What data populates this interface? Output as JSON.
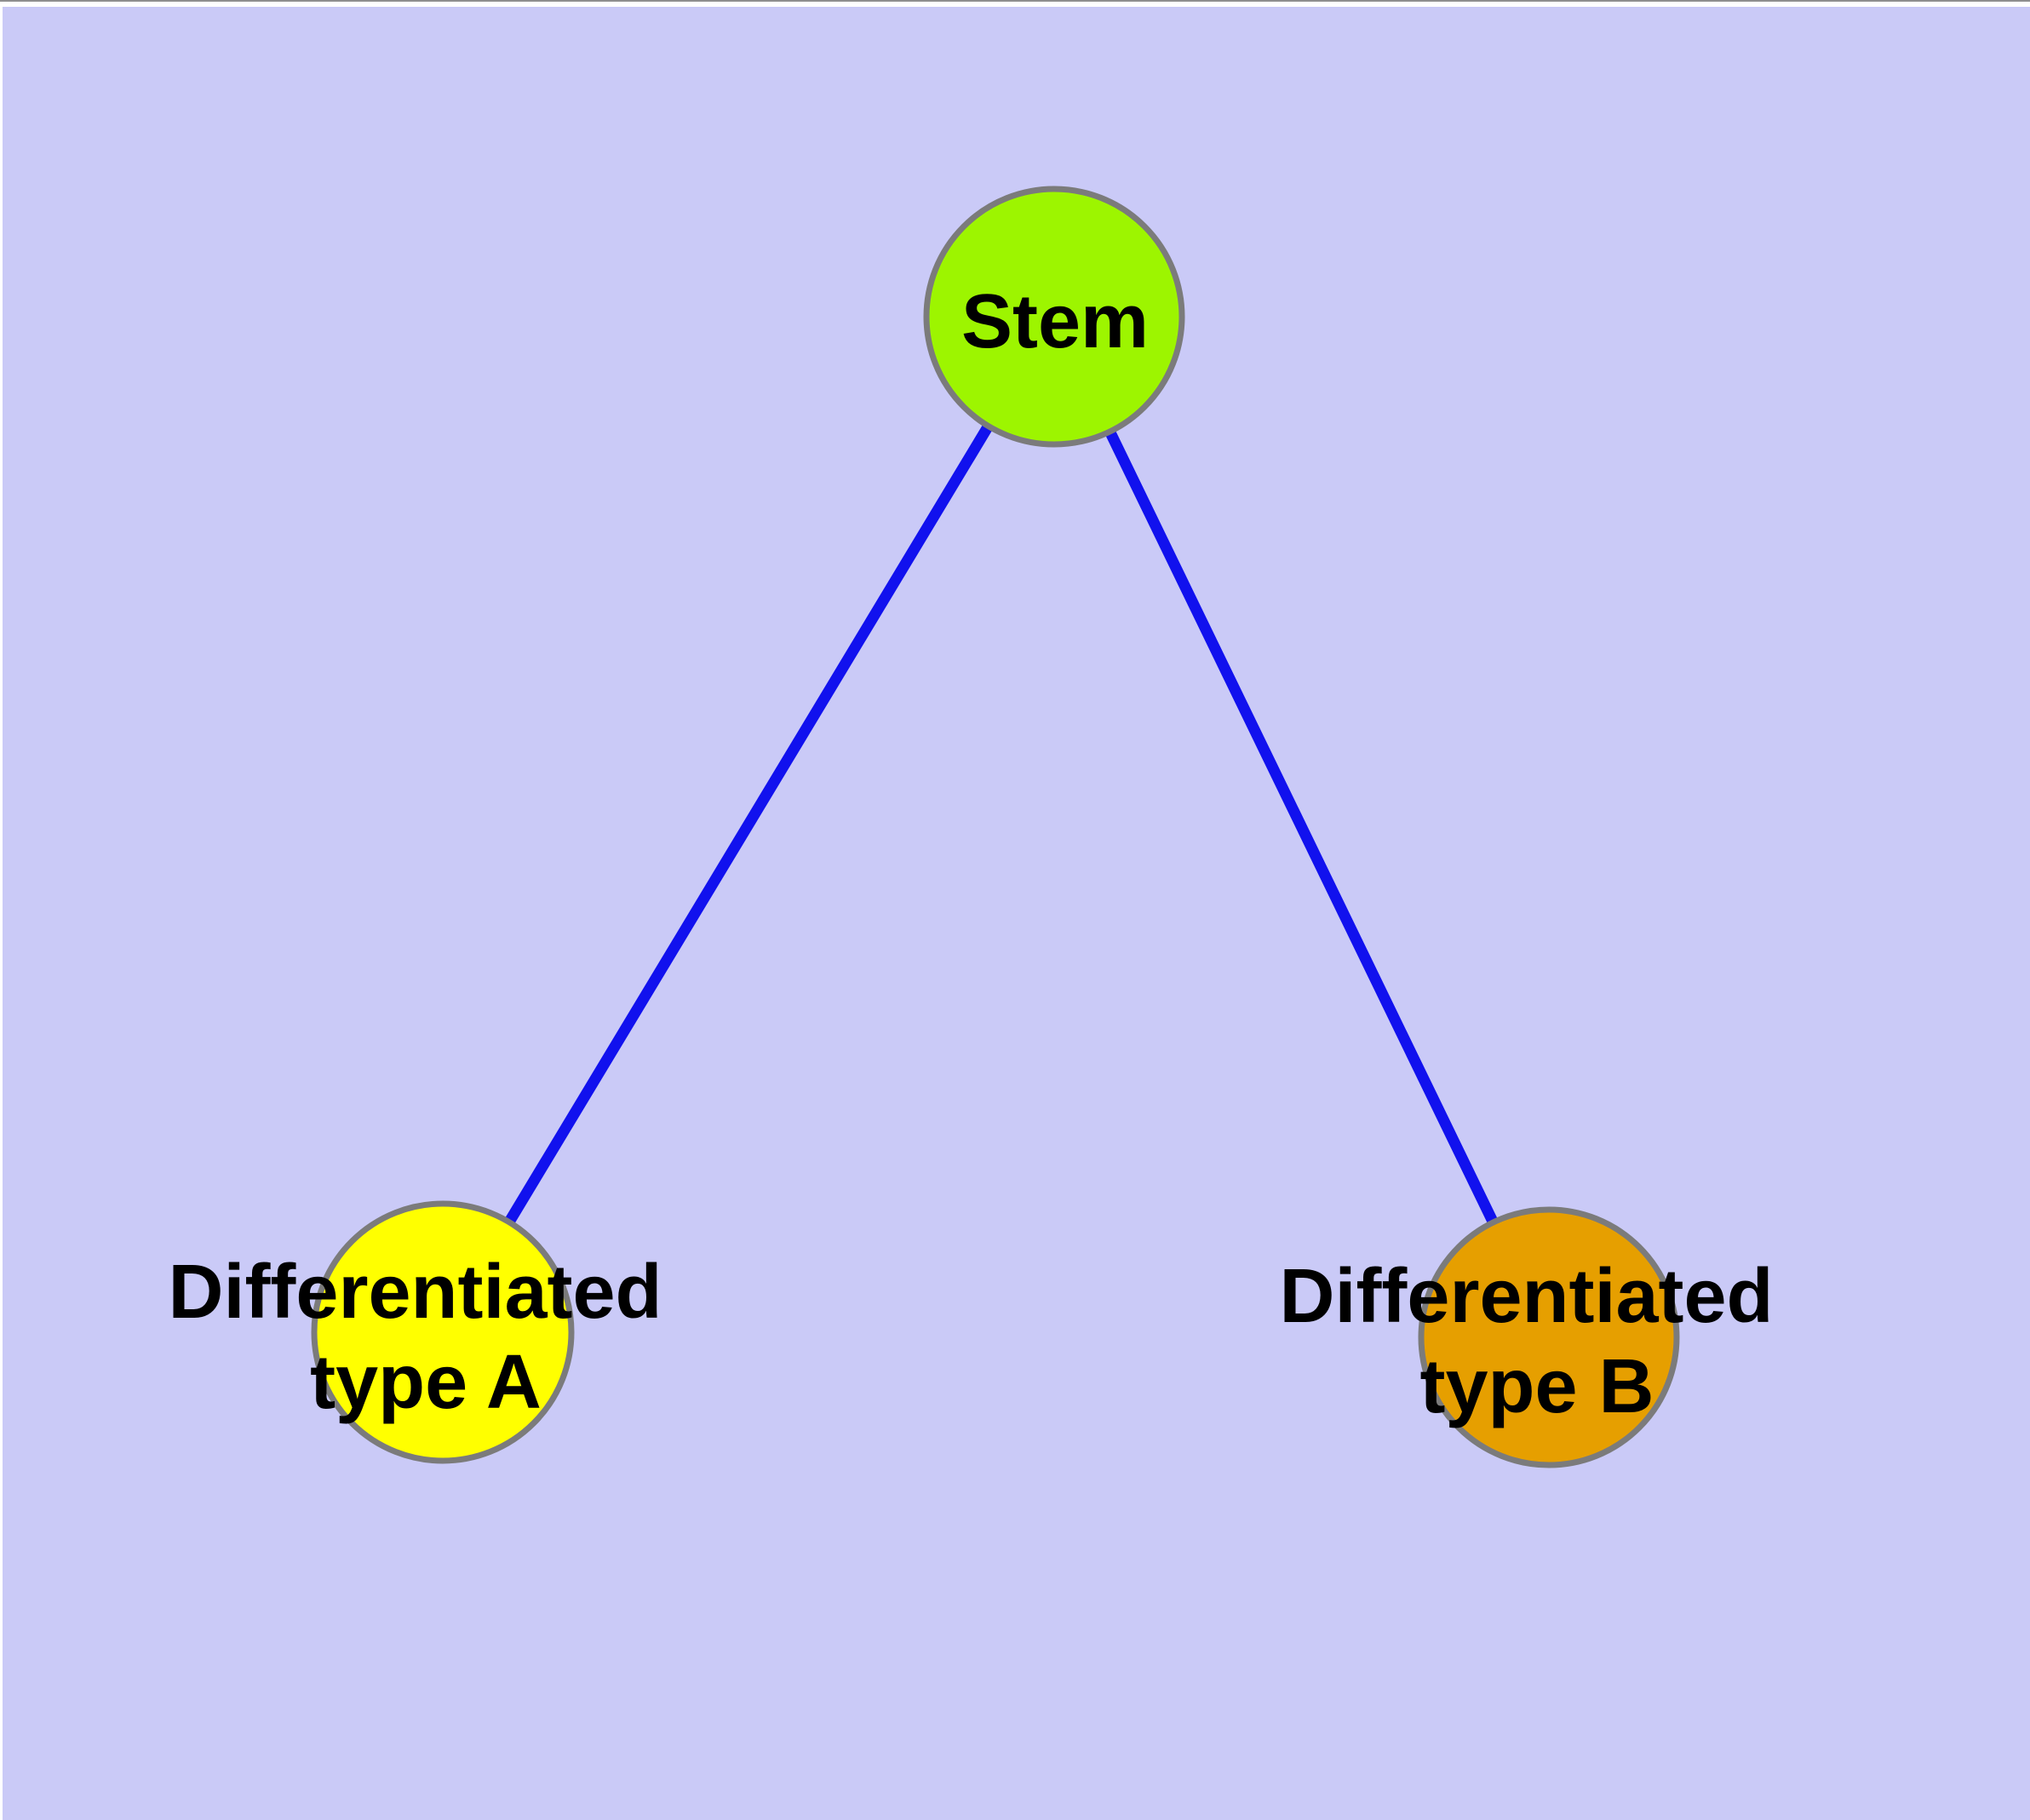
{
  "diagram": {
    "type": "graph",
    "background_color": "#cacaf7",
    "edge_color": "#1111ee",
    "node_border_color": "#7b7b7b",
    "label_color": "#000000",
    "nodes": [
      {
        "id": "stem",
        "label": "Stem",
        "lines": [
          "Stem"
        ],
        "fill": "#9df500"
      },
      {
        "id": "differentiated-type-a",
        "label": "Differentiated type A",
        "lines": [
          "Differentiated",
          "type A"
        ],
        "fill": "#ffff00"
      },
      {
        "id": "differentiated-type-b",
        "label": "Differentiated type B",
        "lines": [
          "Differentiated",
          "type B"
        ],
        "fill": "#e69f00"
      }
    ],
    "edges": [
      {
        "from": "stem",
        "to": "differentiated-type-a"
      },
      {
        "from": "stem",
        "to": "differentiated-type-b"
      }
    ]
  }
}
